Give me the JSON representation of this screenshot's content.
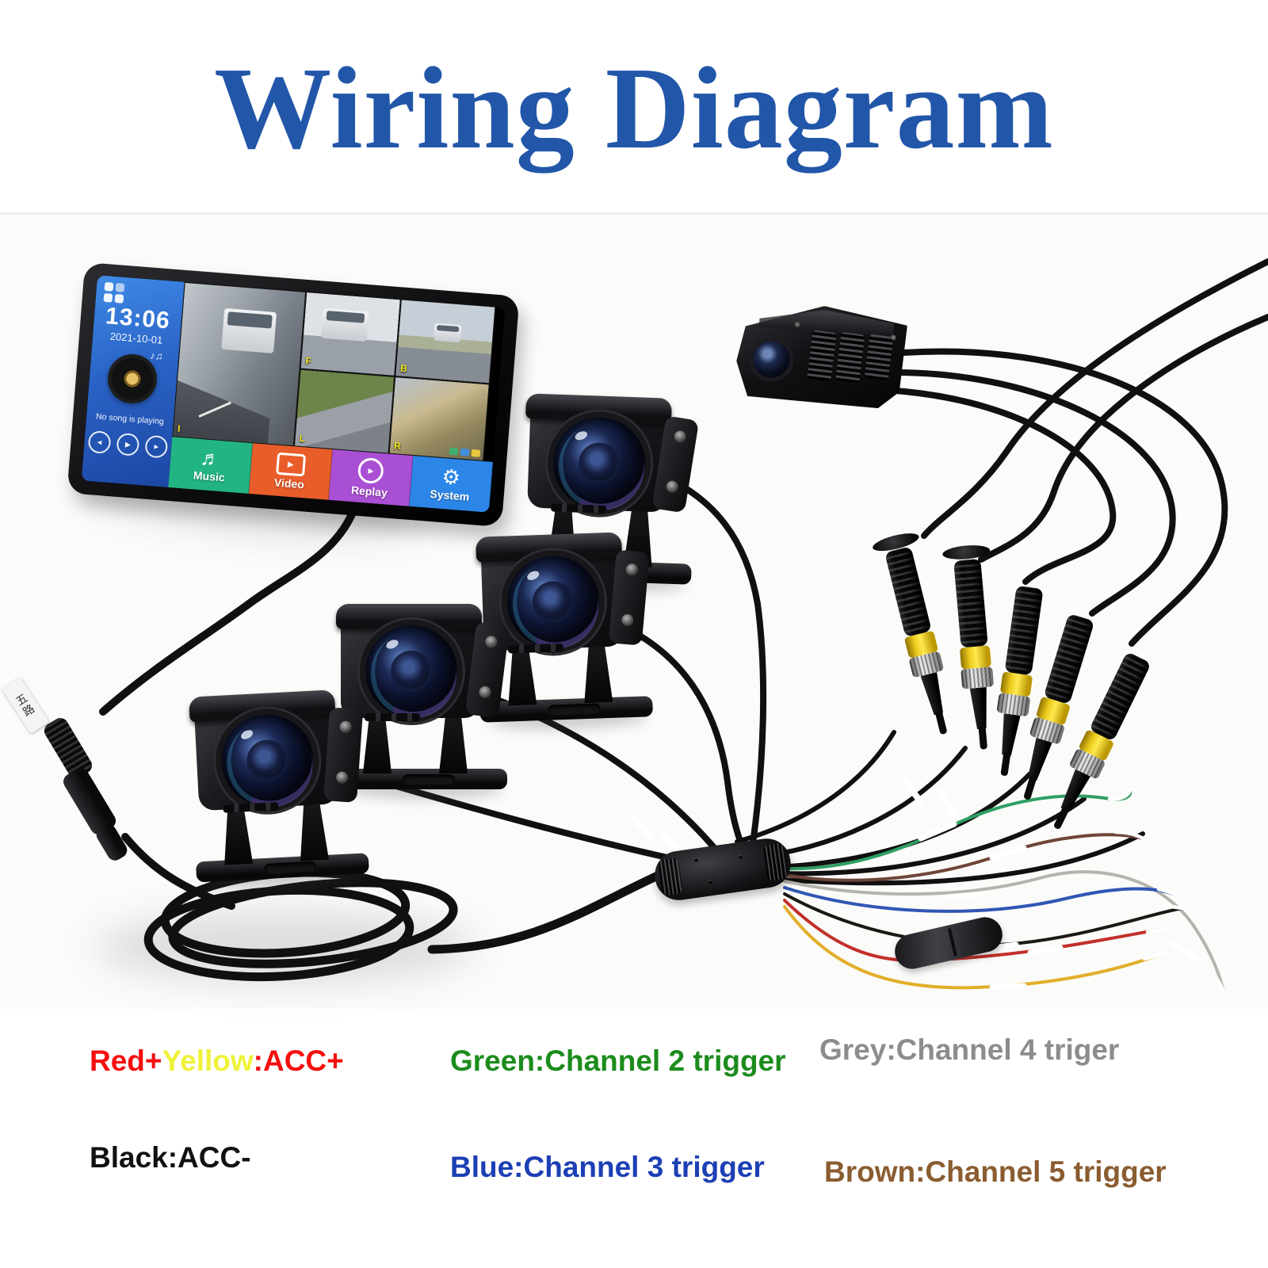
{
  "title": "Wiring Diagram",
  "title_color": "#2256a8",
  "monitor": {
    "time": "13:06",
    "date": "2021-10-01",
    "now_playing": "No song is playing",
    "views": {
      "main": "I",
      "front": "F",
      "back": "B",
      "left": "L",
      "right": "R"
    },
    "menu": [
      {
        "label": "Music",
        "color": "#22b583",
        "icon": "music-note-icon"
      },
      {
        "label": "Video",
        "color": "#e85d2a",
        "icon": "video-camera-icon"
      },
      {
        "label": "Replay",
        "color": "#a94fd4",
        "icon": "replay-icon"
      },
      {
        "label": "System",
        "color": "#2b86e8",
        "icon": "gear-icon"
      }
    ],
    "icons": {
      "music": "♬",
      "gear": "⚙",
      "play": "▶",
      "prev": "◄",
      "next": "►",
      "notes": "♪♫"
    }
  },
  "harness": {
    "cable_tag": "五路"
  },
  "legend": {
    "rows": [
      [
        {
          "segments": [
            {
              "text": "Red+",
              "color": "#f50f0f"
            },
            {
              "text": "Yellow",
              "color": "#eff238"
            },
            {
              "text": ":ACC+",
              "color": "#f50f0f"
            }
          ]
        },
        {
          "segments": [
            {
              "text": "Green:Channel 2 trigger",
              "color": "#1c8c1c"
            }
          ]
        },
        {
          "segments": [
            {
              "text": "Grey:Channel 4 triger",
              "color": "#8c8c8c"
            }
          ]
        }
      ],
      [
        {
          "segments": [
            {
              "text": "Black:ACC-",
              "color": "#111111"
            }
          ]
        },
        {
          "segments": [
            {
              "text": "Blue:Channel 3 trigger",
              "color": "#1c3fb5"
            }
          ]
        },
        {
          "segments": [
            {
              "text": "Brown:Channel 5 trigger",
              "color": "#8a5c30"
            }
          ]
        }
      ]
    ]
  },
  "wires": [
    {
      "name": "green",
      "color": "#2f9e63"
    },
    {
      "name": "brown",
      "color": "#6e4538"
    },
    {
      "name": "grey",
      "color": "#b6b3ae"
    },
    {
      "name": "blue",
      "color": "#3056b4"
    },
    {
      "name": "blackw",
      "color": "#1c1814"
    },
    {
      "name": "red",
      "color": "#c22f2a"
    },
    {
      "name": "yellow",
      "color": "#e2ae2a"
    }
  ]
}
